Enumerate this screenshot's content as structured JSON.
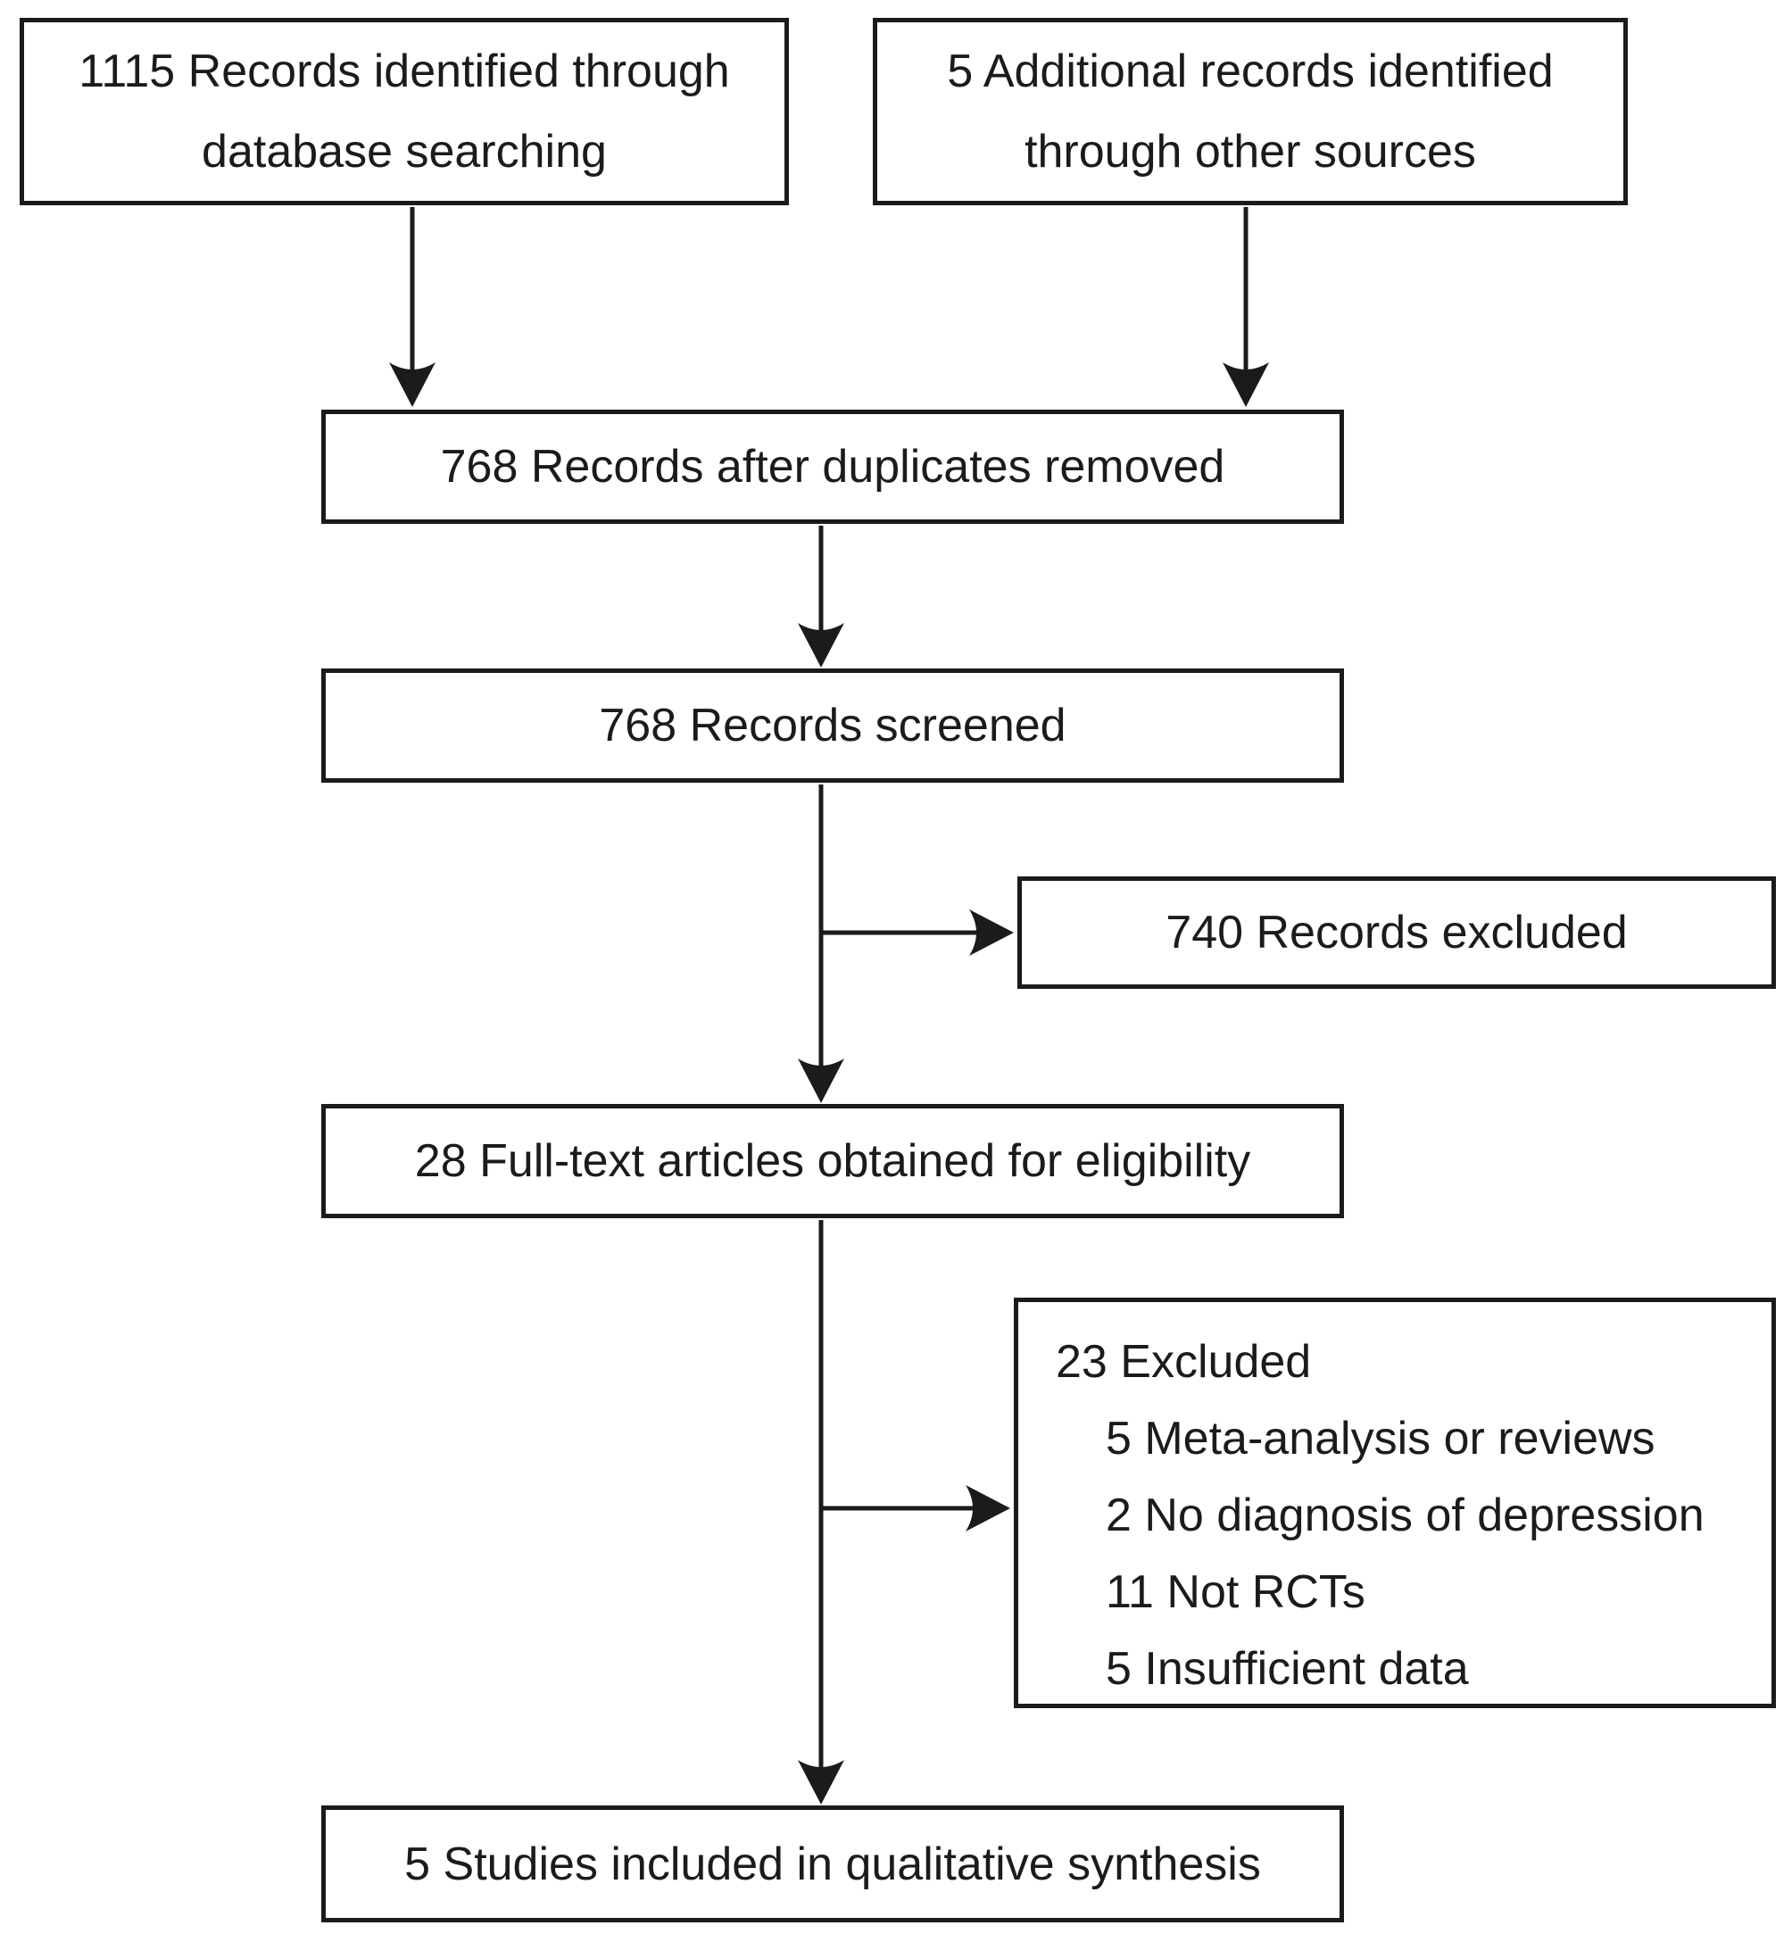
{
  "diagram": {
    "boxes": {
      "identified_database": {
        "line1": "1115 Records identified through",
        "line2": "database searching"
      },
      "identified_other": {
        "line1": "5 Additional records identified",
        "line2": "through other sources"
      },
      "after_duplicates": {
        "label": "768 Records after duplicates removed"
      },
      "screened": {
        "label": "768 Records screened"
      },
      "records_excluded": {
        "label": "740 Records excluded"
      },
      "fulltext": {
        "label": "28 Full-text articles obtained for eligibility"
      },
      "excluded_detail": {
        "title": "23 Excluded",
        "items": [
          "5 Meta-analysis or reviews",
          "2 No diagnosis of depression",
          "11 Not RCTs",
          "5 Insufficient data"
        ]
      },
      "included": {
        "label": "5 Studies included in qualitative synthesis"
      }
    },
    "colors": {
      "line": "#1b1b1b",
      "text": "#1b1b1b",
      "box_background": "#ffffff",
      "page_background": "#ffffff"
    }
  }
}
